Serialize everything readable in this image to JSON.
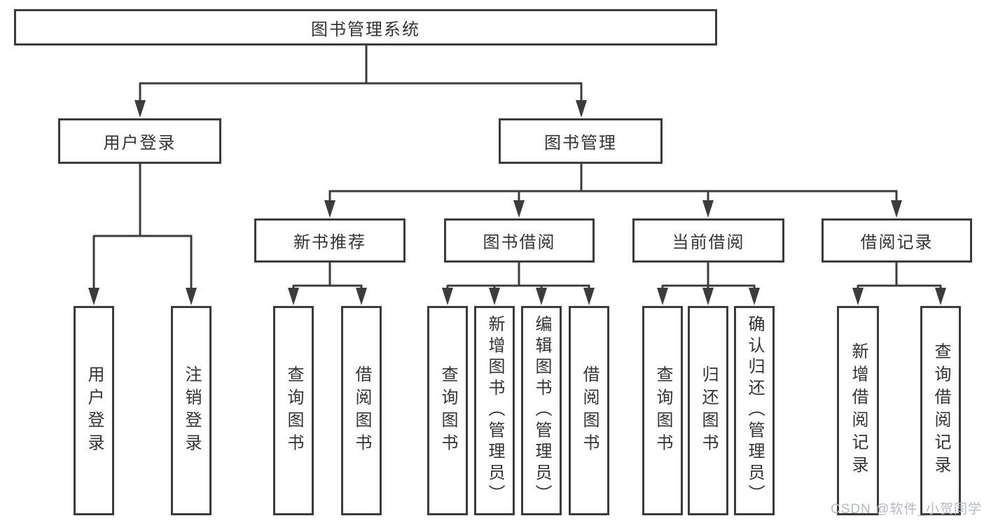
{
  "diagram": {
    "type": "hierarchy",
    "title": "图书管理系统",
    "nodes": {
      "root": "图书管理系统",
      "user_login": "用户登录",
      "book_management": "图书管理",
      "new_book_recommend": "新书推荐",
      "book_borrow": "图书借阅",
      "current_borrow": "当前借阅",
      "borrow_record": "借阅记录",
      "user_login_leaf": "用户登录",
      "logout_leaf": "注销登录",
      "recommend_query_book": "查询图书",
      "recommend_borrow_book": "借阅图书",
      "borrow_query_book": "查询图书",
      "borrow_add_book": "新增图书（管理员）",
      "borrow_edit_book": "编辑图书（管理员）",
      "borrow_borrow_book": "借阅图书",
      "current_query_book": "查询图书",
      "current_return_book": "归还图书",
      "current_confirm_return": "确认归还（管理员）",
      "record_add": "新增借阅记录",
      "record_query": "查询借阅记录"
    },
    "hierarchy": {
      "图书管理系统": {
        "用户登录": [
          "用户登录",
          "注销登录"
        ],
        "图书管理": {
          "新书推荐": [
            "查询图书",
            "借阅图书"
          ],
          "图书借阅": [
            "查询图书",
            "新增图书（管理员）",
            "编辑图书（管理员）",
            "借阅图书"
          ],
          "当前借阅": [
            "查询图书",
            "归还图书",
            "确认归还（管理员）"
          ],
          "借阅记录": [
            "新增借阅记录",
            "查询借阅记录"
          ]
        }
      }
    }
  },
  "watermark": "CSDN @软件_小贺同学",
  "colors": {
    "line": "#3c3c3c",
    "text": "#333333",
    "watermark": "#b3bac2",
    "background": "#ffffff"
  }
}
